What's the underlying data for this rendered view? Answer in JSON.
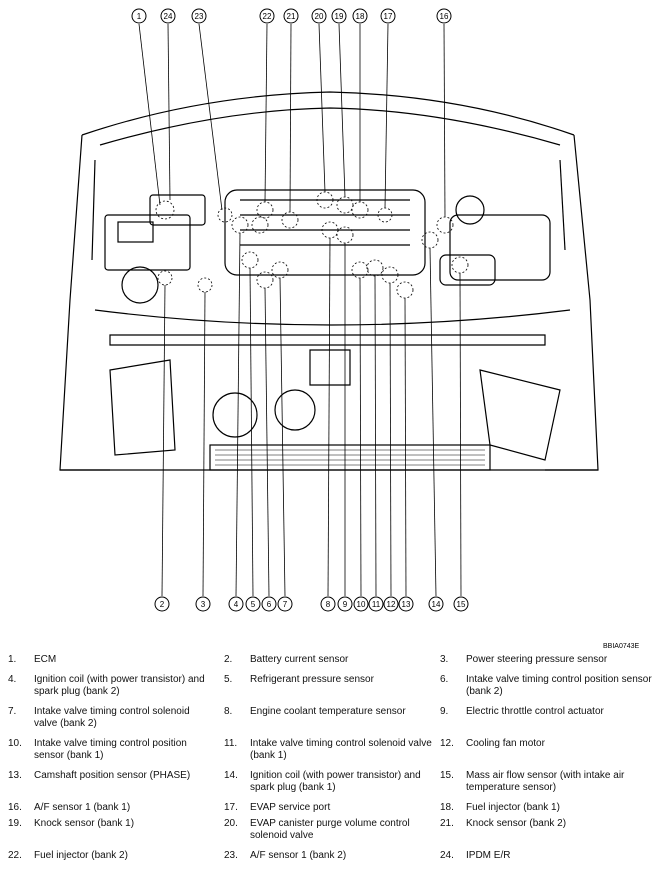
{
  "figure_code": "BBIA0743E",
  "callouts": {
    "top": [
      "1",
      "24",
      "23",
      "22",
      "21",
      "20",
      "19",
      "18",
      "17",
      "16"
    ],
    "bottom": [
      "2",
      "3",
      "4",
      "5",
      "6",
      "7",
      "8",
      "9",
      "10",
      "11",
      "12",
      "13",
      "14",
      "15"
    ]
  },
  "legend": [
    {
      "num": "1.",
      "text": "ECM"
    },
    {
      "num": "2.",
      "text": "Battery current sensor"
    },
    {
      "num": "3.",
      "text": "Power steering pressure sensor"
    },
    {
      "num": "4.",
      "text": "Ignition coil (with power transistor) and spark plug (bank 2)"
    },
    {
      "num": "5.",
      "text": "Refrigerant pressure sensor"
    },
    {
      "num": "6.",
      "text": "Intake valve timing control position sensor (bank 2)"
    },
    {
      "num": "7.",
      "text": "Intake valve timing control solenoid valve (bank 2)"
    },
    {
      "num": "8.",
      "text": "Engine coolant temperature sensor"
    },
    {
      "num": "9.",
      "text": "Electric throttle control actuator"
    },
    {
      "num": "10.",
      "text": "Intake valve timing control position sensor (bank 1)"
    },
    {
      "num": "11.",
      "text": "Intake valve timing control solenoid valve (bank 1)"
    },
    {
      "num": "12.",
      "text": "Cooling fan motor"
    },
    {
      "num": "13.",
      "text": "Camshaft position sensor (PHASE)"
    },
    {
      "num": "14.",
      "text": "Ignition coil (with power transistor) and spark plug (bank 1)"
    },
    {
      "num": "15.",
      "text": "Mass air flow sensor (with intake air temperature sensor)"
    },
    {
      "num": "16.",
      "text": "A/F sensor 1 (bank 1)"
    },
    {
      "num": "17.",
      "text": "EVAP service port"
    },
    {
      "num": "18.",
      "text": "Fuel injector (bank 1)"
    },
    {
      "num": "19.",
      "text": "Knock sensor (bank 1)"
    },
    {
      "num": "20.",
      "text": "EVAP canister purge volume control solenoid valve"
    },
    {
      "num": "21.",
      "text": "Knock sensor (bank 2)"
    },
    {
      "num": "22.",
      "text": "Fuel injector (bank 2)"
    },
    {
      "num": "23.",
      "text": "A/F sensor 1 (bank 2)"
    },
    {
      "num": "24.",
      "text": "IPDM E/R"
    }
  ]
}
